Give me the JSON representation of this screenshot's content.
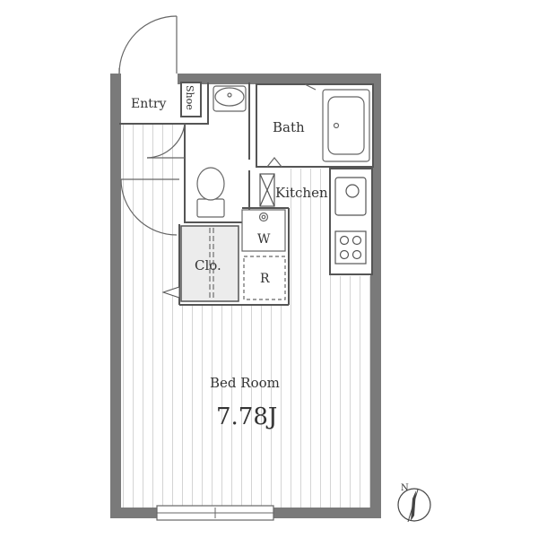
{
  "rooms": {
    "entry": "Entry",
    "shoe": "Shoe",
    "bath": "Bath",
    "kitchen": "Kitchen",
    "washer": "W",
    "closet": "Clo.",
    "fridge": "R",
    "bedroom": "Bed Room",
    "bedroom_size": "7.78J"
  },
  "compass": {
    "label": "N"
  },
  "colors": {
    "wall": "#7a7a7a",
    "line": "#666666",
    "floor_stripe": "#d4d4d4",
    "closet_fill": "#ececec"
  }
}
